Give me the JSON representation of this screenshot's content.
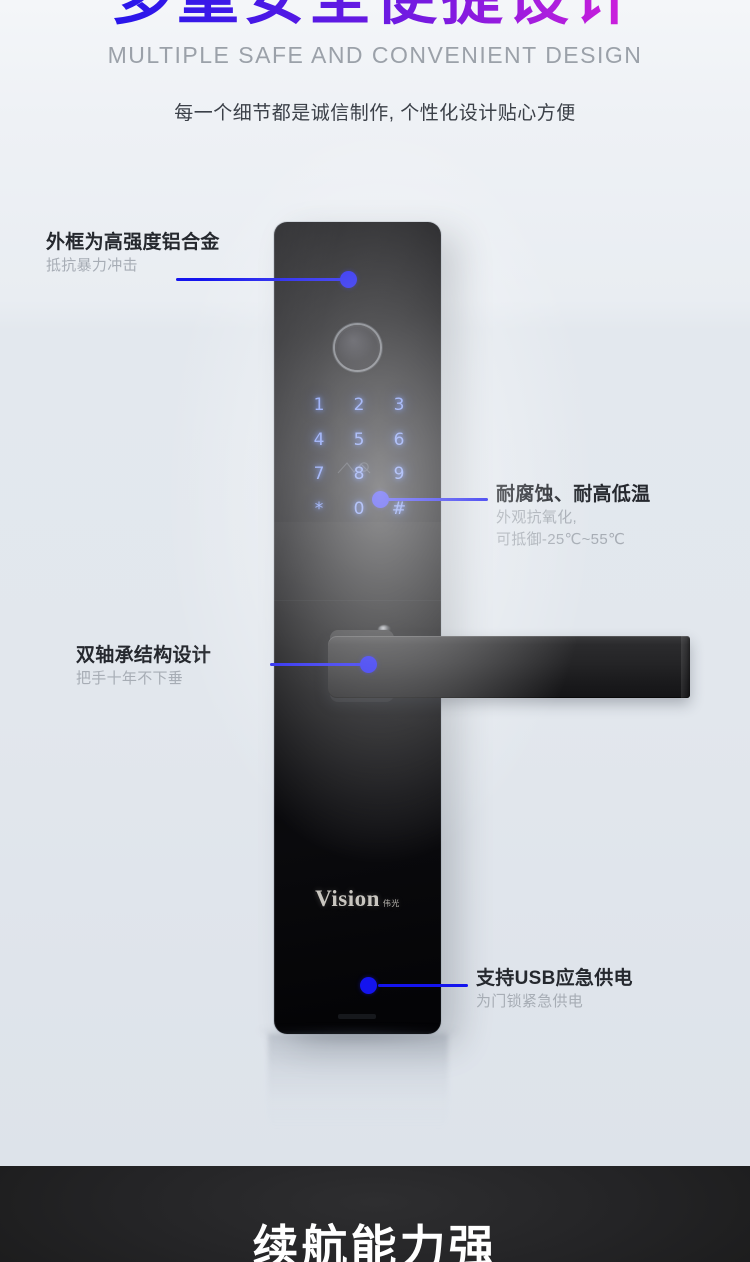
{
  "header": {
    "title_cn": "多重安全便捷设计",
    "subtitle_en": "MULTIPLE SAFE AND CONVENIENT DESIGN",
    "tagline_cn": "每一个细节都是诚信制作, 个性化设计贴心方便",
    "title_gradient_start": "#1414ee",
    "title_gradient_end": "#e421d8"
  },
  "product": {
    "brand_name": "Vision",
    "brand_cn": "伟光",
    "keypad": {
      "keys": [
        "1",
        "2",
        "3",
        "4",
        "5",
        "6",
        "7",
        "8",
        "9",
        "*",
        "0",
        "#"
      ],
      "glow_color": "#6f8cf2"
    },
    "fingerprint_label": "fingerprint-sensor"
  },
  "callouts": [
    {
      "id": "frame-material",
      "title": "外框为高强度铝合金",
      "sub": [
        "抵抗暴力冲击"
      ],
      "side": "left"
    },
    {
      "id": "corrosion-resistance",
      "title": "耐腐蚀、耐高低温",
      "sub": [
        "外观抗氧化,",
        "可抵御-25℃~55℃"
      ],
      "side": "right"
    },
    {
      "id": "dual-bearing",
      "title": "双轴承结构设计",
      "sub": [
        "把手十年不下垂"
      ],
      "side": "left"
    },
    {
      "id": "usb-power",
      "title": "支持USB应急供电",
      "sub": [
        "为门锁紧急供电"
      ],
      "side": "right"
    }
  ],
  "accent": {
    "lead_color": "#1414ee"
  },
  "bottom_section": {
    "title_cn": "续航能力强"
  }
}
